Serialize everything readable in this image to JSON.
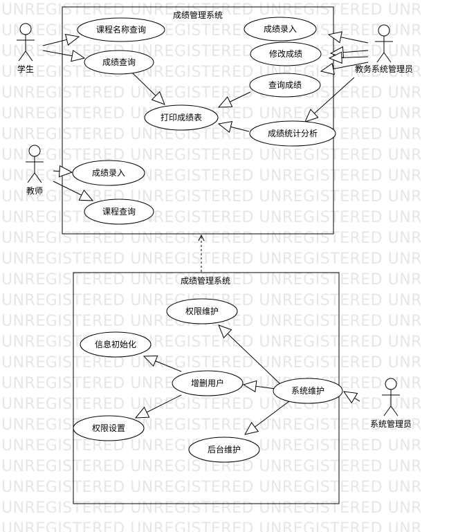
{
  "watermark": "UNREGISTERED UNREGISTERED UNREGISTERED UNR",
  "upper_system": {
    "title": "成绩管理系统",
    "actors": {
      "student": "学生",
      "teacher": "教师",
      "admin": "教务系统管理员"
    },
    "use_cases": {
      "course_name_query": "课程名称查询",
      "grade_query": "成绩查询",
      "print_transcript": "打印成绩表",
      "grade_entry_admin": "成绩录入",
      "modify_grade": "修改成绩",
      "query_grade": "查询成绩",
      "grade_statistics": "成绩统计分析",
      "grade_entry_teacher": "成绩录入",
      "course_query": "课程查询"
    }
  },
  "lower_system": {
    "title": "成绩管理系统",
    "actors": {
      "sys_admin": "系统管理员"
    },
    "use_cases": {
      "permission_maintenance": "权限维护",
      "info_init": "信息初始化",
      "add_delete_user": "增删用户",
      "system_maintenance": "系统维护",
      "permission_settings": "权限设置",
      "backend_maintenance": "后台维护"
    }
  }
}
